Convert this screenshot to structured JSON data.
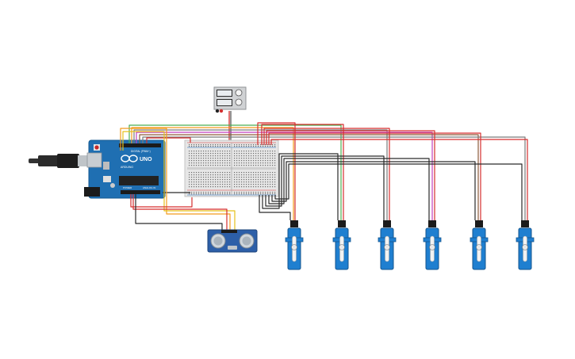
{
  "canvas": {
    "background": "#ffffff"
  },
  "arduino": {
    "model_label": "UNO",
    "brand_label": "ARDUINO",
    "digital_label": "DIGITAL (PWM~)",
    "power_label": "POWER",
    "analog_label": "ANALOG IN",
    "board_color": "#1f6fb2",
    "icon": "infinity-logo-icon"
  },
  "power_supply": {
    "icon": "power-supply-icon",
    "color": "#d0d2d4"
  },
  "breadboard": {
    "icon": "breadboard-icon",
    "color": "#e6e6e6"
  },
  "ultrasonic_sensor": {
    "icon": "ultrasonic-sensor-icon",
    "color": "#2d5fa8"
  },
  "servos": {
    "count": 6,
    "icon": "servo-motor-icon",
    "color": "#1f7fd0"
  },
  "wire_colors": {
    "red": "#d62e2e",
    "black": "#2a2a2a",
    "green": "#4caf50",
    "orange": "#f29b1d",
    "yellow": "#e6c21a",
    "magenta": "#c23fbf",
    "brown": "#8d5a3b",
    "gray": "#7a7a7a"
  }
}
